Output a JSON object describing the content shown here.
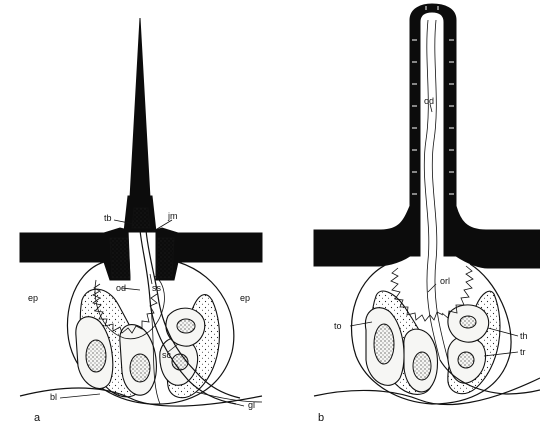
{
  "panels": [
    {
      "letter": "a",
      "labels": {
        "tb": "tb",
        "jm": "jm",
        "od": "od",
        "ss": "ss",
        "sc": "sc",
        "ep_left": "ep",
        "ep_right": "ep",
        "bl": "bl",
        "gl": "gl"
      }
    },
    {
      "letter": "b",
      "labels": {
        "od": "od",
        "orl": "orl",
        "to": "to",
        "th": "th",
        "tr": "tr"
      }
    }
  ],
  "colors": {
    "ink": "#111111",
    "background": "#ffffff"
  }
}
